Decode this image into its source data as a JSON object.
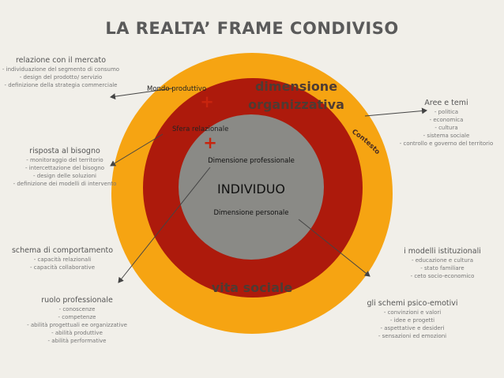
{
  "title": "LA REALTA’ FRAME CONDIVISO",
  "colors": {
    "outer": "#f6a412",
    "middle": "#ad1a0c",
    "core": "#8a8a86",
    "plus": "#c8240e",
    "background": "#f1efe9"
  },
  "circles": {
    "mondo_produttivo": "Mondo produttivo",
    "sfera_relazionale": "Sfera relazionale",
    "plus_symbol": "+",
    "dim_org_line1": "dimensione",
    "dim_org_line2": "organizzativa",
    "contesto": "Contesto",
    "dim_professionale": "Dimensione professionale",
    "individuo": "INDIVIDUO",
    "dim_personale": "Dimensione personale",
    "vita_sociale": "vita sociale"
  },
  "left_blocks": [
    {
      "title": "relazione con il mercato",
      "items": [
        "- individuazione del segmento di consumo",
        "- design del prodotto/ servizio",
        "- definizione della strategia commerciale"
      ]
    },
    {
      "title": "risposta al bisogno",
      "items": [
        "- monitoraggio del territorio",
        "- intercettazione del bisogno",
        "- design delle soluzioni",
        "- definizione dei modelli di intervento"
      ]
    },
    {
      "title": "schema di comportamento",
      "items": [
        "- capacità relazionali",
        "- capacità collaborative"
      ]
    },
    {
      "title": "ruolo professionale",
      "items": [
        "- conoscenze",
        "- competenze",
        "- abilità progettuali ee organizzative",
        "- abilità produttive",
        "- abilità performative"
      ]
    }
  ],
  "right_blocks": [
    {
      "title": "Aree e temi",
      "items": [
        "- politica",
        "- economica",
        "- cultura",
        "- sistema sociale",
        "- controllo e governo del territorio"
      ]
    },
    {
      "title": "i modelli istituzionali",
      "items": [
        "- educazione e cultura",
        "- stato familiare",
        "- ceto socio-economico"
      ]
    },
    {
      "title": "gli schemi psico-emotivi",
      "items": [
        "- convinzioni e valori",
        "- idee e progetti",
        "- aspettative e desideri",
        "- sensazioni ed emozioni"
      ]
    }
  ]
}
